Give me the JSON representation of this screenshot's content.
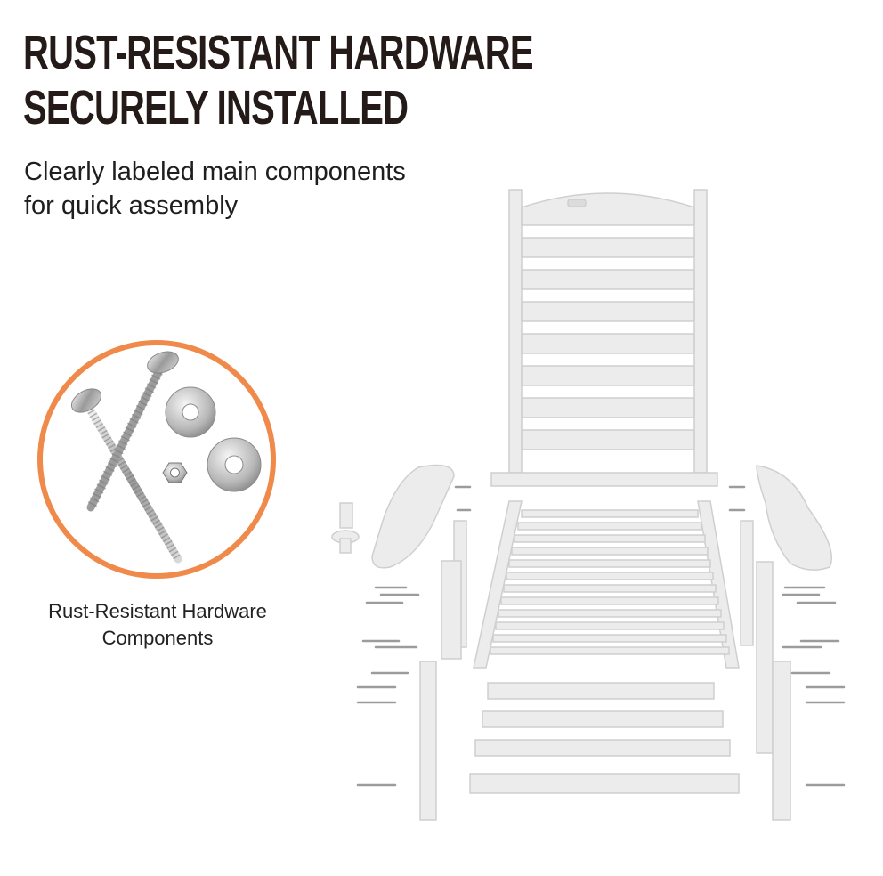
{
  "headline": {
    "line1": "RUST-RESISTANT HARDWARE",
    "line2": "SECURELY INSTALLED"
  },
  "subtitle": {
    "line1": "Clearly labeled main components",
    "line2": "for quick assembly"
  },
  "hardware": {
    "caption_line1": "Rust-Resistant Hardware",
    "caption_line2": "Components",
    "ring_color": "#f08a4b"
  },
  "colors": {
    "headline": "#241b19",
    "panel": "#ececec",
    "panel_edge": "#cfcfcf"
  }
}
